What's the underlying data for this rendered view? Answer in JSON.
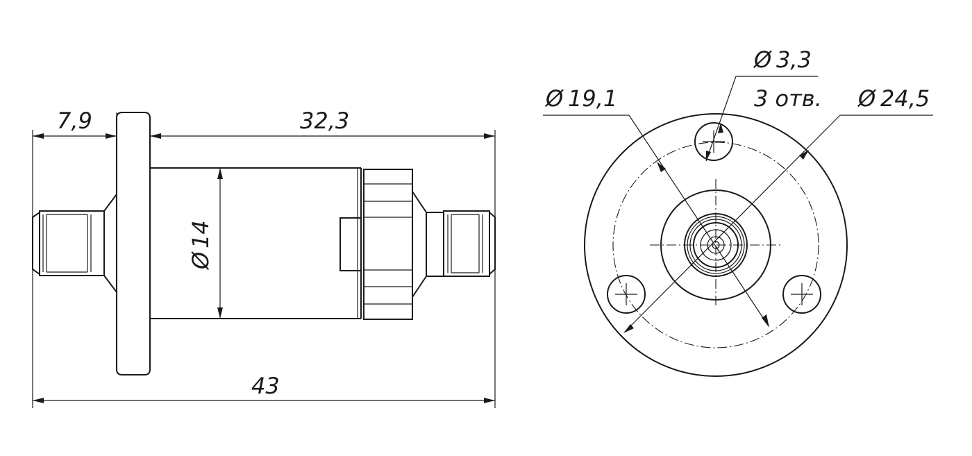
{
  "side_view": {
    "flange_offset": "7,9",
    "body_length": "32,3",
    "overall_length": "43",
    "body_diameter": "14",
    "diameter_symbol": "Ø"
  },
  "front_view": {
    "hole_diameter": "3,3",
    "hole_count": "3 отв.",
    "bolt_circle_diameter": "19,1",
    "flange_diameter": "24,5",
    "diameter_symbol": "Ø"
  }
}
